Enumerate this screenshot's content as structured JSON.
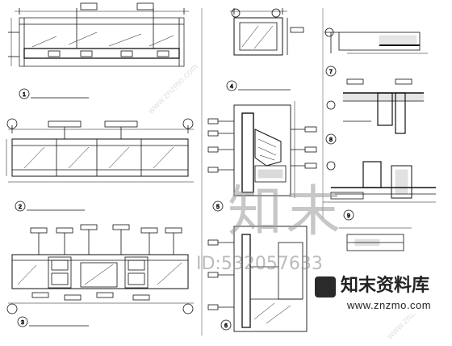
{
  "drawing": {
    "captions": {
      "plan": "",
      "front_elevation": "",
      "back_elevation": "",
      "small_plan": "",
      "section_center": "",
      "detail_r2": "",
      "detail_r3": "",
      "detail_r4": ""
    },
    "detail_numbers": [
      "1",
      "2",
      "3",
      "4",
      "5",
      "6",
      "7",
      "8",
      "9"
    ]
  },
  "watermark": {
    "logo_cn": "知末",
    "id_text": "ID:532057633",
    "brand_cn": "知末资料库",
    "url": "www.znzmo.com",
    "diagonal": "www.znzmo.com"
  }
}
